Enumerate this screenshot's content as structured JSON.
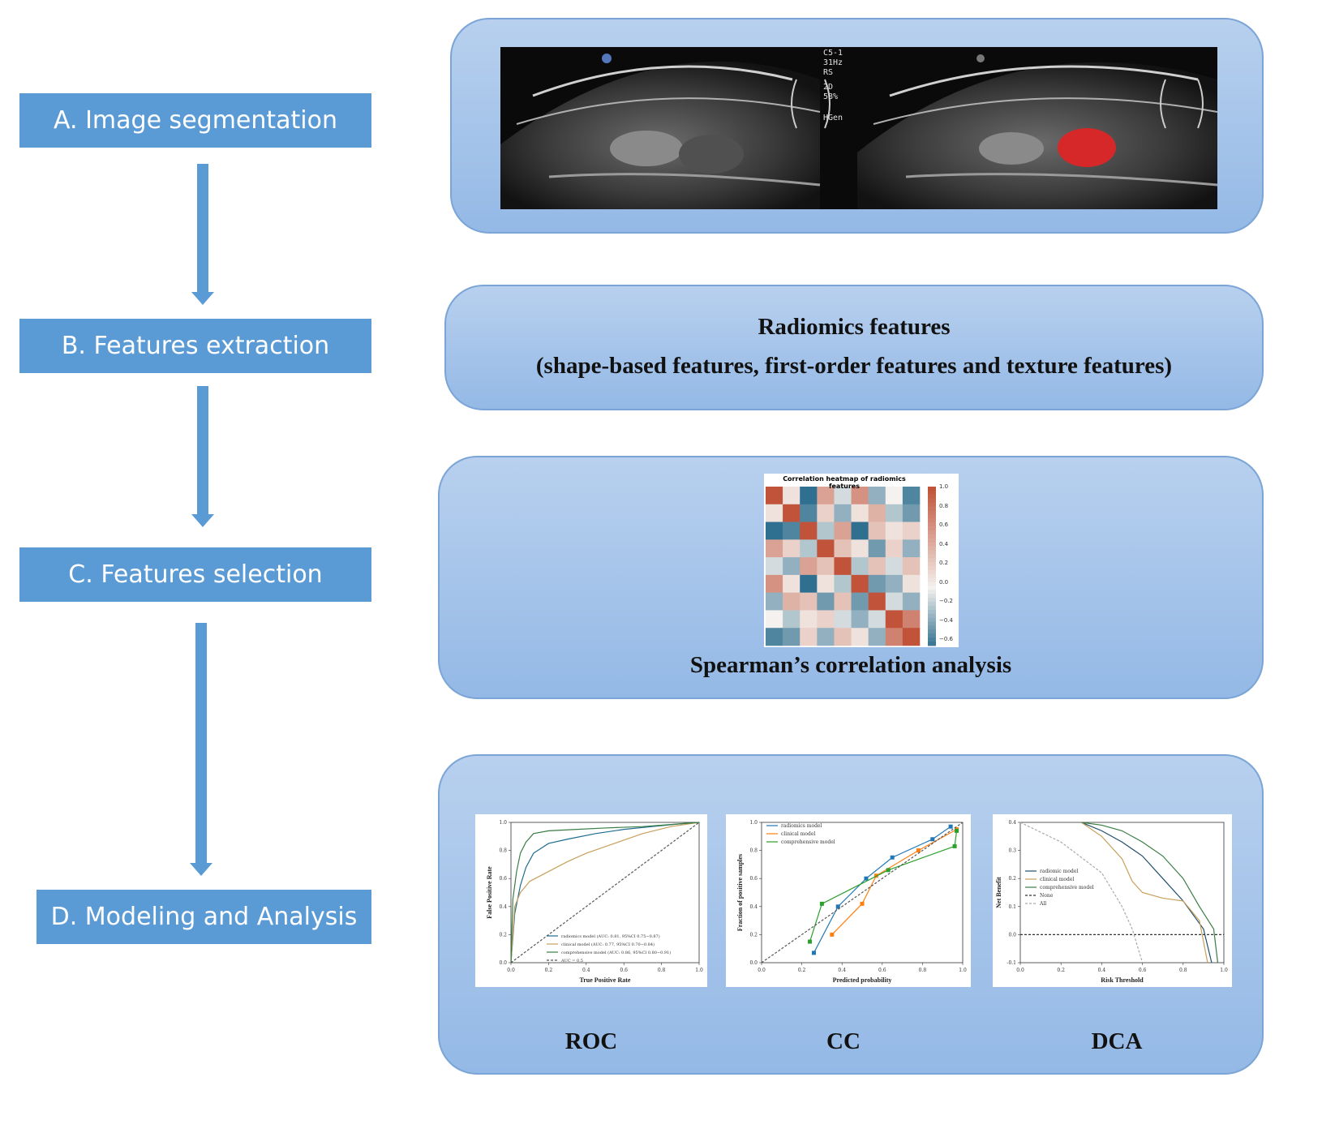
{
  "steps": {
    "a": "A. Image segmentation",
    "b": "B. Features extraction",
    "c": "C. Features selection",
    "d": "D. Modeling and Analysis"
  },
  "colors": {
    "step_fill": "#5b9bd5",
    "panel_top": "#b8d0ee",
    "panel_bottom": "#94b9e6",
    "segmentation_mask": "#d62828",
    "heatmap_positive": "#c0533a",
    "heatmap_negative": "#2f6f8f"
  },
  "ultrasound": {
    "overlay_text": [
      "C5-1",
      "31Hz",
      "RS",
      "2D",
      "58%",
      "HGen"
    ]
  },
  "radiomics": {
    "title": "Radiomics features",
    "subtitle": "(shape-based features, first-order features and texture features)"
  },
  "selection": {
    "heatmap_title": "Correlation heatmap of radiomics features",
    "colorbar_ticks": [
      "1.0",
      "0.8",
      "0.6",
      "0.4",
      "0.2",
      "0.0",
      "−0.2",
      "−0.4",
      "−0.6"
    ],
    "caption": "Spearman’s correlation analysis"
  },
  "modeling": {
    "roc_label": "ROC",
    "cc_label": "CC",
    "dca_label": "DCA"
  },
  "chart_data": [
    {
      "type": "heatmap",
      "title": "Correlation heatmap of radiomics features",
      "rows": 9,
      "cols": 9,
      "values": [
        [
          1.0,
          0.1,
          -0.6,
          0.5,
          -0.1,
          0.6,
          -0.3,
          0.0,
          -0.5
        ],
        [
          0.1,
          1.0,
          -0.5,
          0.2,
          -0.3,
          0.1,
          0.4,
          -0.2,
          -0.4
        ],
        [
          -0.6,
          -0.5,
          1.0,
          -0.2,
          0.5,
          -0.6,
          0.3,
          0.1,
          0.2
        ],
        [
          0.5,
          0.2,
          -0.2,
          1.0,
          0.3,
          0.1,
          -0.4,
          0.2,
          -0.3
        ],
        [
          -0.1,
          -0.3,
          0.5,
          0.3,
          1.0,
          -0.2,
          0.3,
          -0.1,
          0.3
        ],
        [
          0.6,
          0.1,
          -0.6,
          0.1,
          -0.2,
          1.0,
          -0.4,
          -0.3,
          0.1
        ],
        [
          -0.3,
          0.4,
          0.3,
          -0.4,
          0.3,
          -0.4,
          1.0,
          -0.1,
          -0.3
        ],
        [
          0.0,
          -0.2,
          0.1,
          0.2,
          -0.1,
          -0.3,
          -0.1,
          1.0,
          0.7
        ],
        [
          -0.5,
          -0.4,
          0.2,
          -0.3,
          0.3,
          0.1,
          -0.3,
          0.7,
          1.0
        ]
      ],
      "colorbar_range": [
        -0.6,
        1.0
      ]
    },
    {
      "type": "line",
      "title": "",
      "xlabel": "True Positive Rate",
      "ylabel": "False Positive Rate",
      "xlim": [
        0,
        1
      ],
      "ylim": [
        0,
        1
      ],
      "x_ticks": [
        "0.0",
        "0.2",
        "0.4",
        "0.6",
        "0.8",
        "1.0"
      ],
      "y_ticks": [
        "0.0",
        "0.2",
        "0.4",
        "0.6",
        "0.8",
        "1.0"
      ],
      "series": [
        {
          "name": "radiomics model (AUC: 0.81, 95%CI 0.75−0.87)",
          "color": "#1f6b8f",
          "x": [
            0,
            0.02,
            0.05,
            0.08,
            0.12,
            0.2,
            0.3,
            0.45,
            0.6,
            0.75,
            0.9,
            1.0
          ],
          "y": [
            0,
            0.35,
            0.55,
            0.68,
            0.78,
            0.85,
            0.88,
            0.92,
            0.95,
            0.97,
            0.99,
            1.0
          ]
        },
        {
          "name": "clinical model (AUC: 0.77, 95%CI 0.70−0.84)",
          "color": "#c8a05a",
          "x": [
            0,
            0.02,
            0.05,
            0.1,
            0.2,
            0.3,
            0.4,
            0.55,
            0.7,
            0.85,
            1.0
          ],
          "y": [
            0,
            0.4,
            0.5,
            0.58,
            0.65,
            0.72,
            0.78,
            0.85,
            0.92,
            0.97,
            1.0
          ]
        },
        {
          "name": "comprehensive model (AUC: 0.86, 95%CI 0.80−0.91)",
          "color": "#3a7d44",
          "x": [
            0,
            0.01,
            0.03,
            0.05,
            0.08,
            0.12,
            0.2,
            0.35,
            0.5,
            0.7,
            0.9,
            1.0
          ],
          "y": [
            0,
            0.45,
            0.65,
            0.78,
            0.86,
            0.92,
            0.94,
            0.95,
            0.96,
            0.97,
            0.99,
            1.0
          ]
        },
        {
          "name": "AUC = 0.5",
          "color": "#555555",
          "dashed": true,
          "x": [
            0,
            1
          ],
          "y": [
            0,
            1
          ]
        }
      ]
    },
    {
      "type": "line",
      "title": "",
      "xlabel": "Predicted probability",
      "ylabel": "Fraction of positive samples",
      "xlim": [
        0,
        1
      ],
      "ylim": [
        0,
        1
      ],
      "x_ticks": [
        "0.0",
        "0.2",
        "0.4",
        "0.6",
        "0.8",
        "1.0"
      ],
      "y_ticks": [
        "0.0",
        "0.2",
        "0.4",
        "0.6",
        "0.8",
        "1.0"
      ],
      "series": [
        {
          "name": "radiomics model",
          "color": "#1f77b4",
          "x": [
            0.26,
            0.38,
            0.52,
            0.65,
            0.85,
            0.94
          ],
          "y": [
            0.07,
            0.4,
            0.6,
            0.75,
            0.88,
            0.97
          ]
        },
        {
          "name": "clinical model",
          "color": "#ff7f0e",
          "x": [
            0.35,
            0.5,
            0.57,
            0.78,
            0.97
          ],
          "y": [
            0.2,
            0.42,
            0.62,
            0.8,
            0.95
          ]
        },
        {
          "name": "comprehensive model",
          "color": "#2ca02c",
          "x": [
            0.24,
            0.3,
            0.63,
            0.96,
            0.97
          ],
          "y": [
            0.15,
            0.42,
            0.66,
            0.83,
            0.94
          ]
        },
        {
          "name": "",
          "color": "#555555",
          "dashed": true,
          "x": [
            0,
            1
          ],
          "y": [
            0,
            1
          ]
        }
      ]
    },
    {
      "type": "line",
      "title": "",
      "xlabel": "Risk Threshold",
      "ylabel": "Net Benefit",
      "xlim": [
        0,
        1
      ],
      "ylim": [
        -0.1,
        0.4
      ],
      "x_ticks": [
        "0.0",
        "0.2",
        "0.4",
        "0.6",
        "0.8",
        "1.0"
      ],
      "y_ticks": [
        "0.4",
        "0.3",
        "0.2",
        "0.1",
        "0.0",
        "-0.1"
      ],
      "series": [
        {
          "name": "radiomic model",
          "color": "#1f4e6b",
          "x": [
            0.3,
            0.4,
            0.5,
            0.6,
            0.7,
            0.8,
            0.85,
            0.9,
            0.94
          ],
          "y": [
            0.4,
            0.37,
            0.33,
            0.28,
            0.2,
            0.12,
            0.07,
            0.02,
            -0.1
          ]
        },
        {
          "name": "clinical model",
          "color": "#c8a05a",
          "x": [
            0.3,
            0.4,
            0.5,
            0.55,
            0.6,
            0.7,
            0.8,
            0.88,
            0.92
          ],
          "y": [
            0.4,
            0.35,
            0.27,
            0.19,
            0.15,
            0.13,
            0.12,
            0.05,
            -0.1
          ]
        },
        {
          "name": "comprehensive model",
          "color": "#3a7d44",
          "x": [
            0.3,
            0.4,
            0.5,
            0.6,
            0.7,
            0.8,
            0.88,
            0.95,
            0.97
          ],
          "y": [
            0.4,
            0.39,
            0.37,
            0.33,
            0.28,
            0.2,
            0.1,
            0.02,
            -0.1
          ]
        },
        {
          "name": "None",
          "color": "#333333",
          "dashed": true,
          "x": [
            0,
            1
          ],
          "y": [
            0,
            0
          ]
        },
        {
          "name": "All",
          "color": "#aaaaaa",
          "dashed": true,
          "x": [
            0.0,
            0.2,
            0.4,
            0.5,
            0.55,
            0.6
          ],
          "y": [
            0.4,
            0.33,
            0.22,
            0.1,
            0.02,
            -0.1
          ]
        }
      ]
    }
  ]
}
